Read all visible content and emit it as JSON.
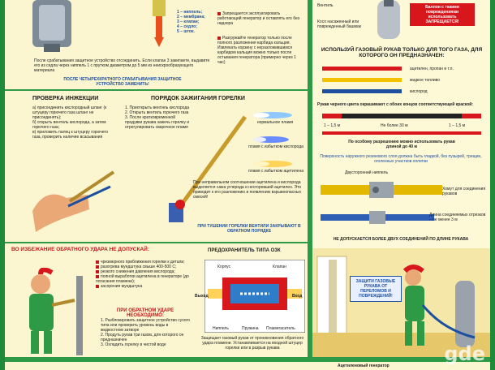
{
  "top_left": {
    "numbered_parts": [
      "1 – ниппель;",
      "2 – мембрана;",
      "3 – клапан;",
      "4 – седло;",
      "5 – шток."
    ],
    "warn_1": "Запрещается эксплуатировать работающий генератор и оставлять его без надзора",
    "warn_2": "Разгружайте генератор только после полного разложения карбида кальция. Извлекать корзину с неразложившимся карбидом кальция можно только после остывания генератора (примерно через 1 час)",
    "after_note": "После срабатывания защитное устройство отсоединить. Если клапан 3 закипаете, выдавите его из седла через ниппель 1 с прутком диаметром до 5 мм из неискрообразующего материала",
    "after_note_2": "ПОСЛЕ ЧЕТЫРЕХКРАТНОГО СРАБАТЫВАНИЯ ЗАЩИТНОЕ УСТРОЙСТВО ЗАМЕНИТЬ!"
  },
  "injection": {
    "title": "ПРОВЕРКА ИНЖЕКЦИИ",
    "steps": [
      "а) присоединить кислородный шланг (к штуцеру горючего газа шланг не присоединять);",
      "б) открыть вентиль кислорода, а затем горючего газа;",
      "в) приложить палец к штуцеру горючего газа, проверить наличие всасывания"
    ]
  },
  "ignition": {
    "title": "ПОРЯДОК ЗАЖИГАНИЯ ГОРЕЛКИ",
    "steps": [
      "1. Приоткрыть вентиль кислорода",
      "2. Открыть вентиль горючего газа",
      "3. После кратковременной продувки рукава зажечь горелку и отрегулировать сварочное пламя"
    ],
    "flames": [
      "нормальное пламя",
      "пламя с избытком кислорода",
      "пламя с избытком ацетилена"
    ],
    "note": "При неправильном соотношении ацетилена и кислорода выделяется сажа углерода и несгоревший ацетилен. Это приводит к его разложению и появлению взрывоопасных смесей!",
    "extinguish": "ПРИ ТУШЕНИИ ГОРЕЛКИ ВЕНТИЛИ ЗАКРЫВАЮТ В ОБРАТНОМ ПОРЯДКЕ"
  },
  "backfire": {
    "title": "ВО ИЗБЕЖАНИЕ ОБРАТНОГО УДАРА НЕ ДОПУСКАЙ:",
    "items": [
      "чрезмерного приближения горелки к детали;",
      "разогрева мундштука свыше 400-500 С;",
      "резкого снижения давления кислорода;",
      "полной выработки ацетилена в генераторе (до погасания пламени);",
      "засорения мундштука"
    ],
    "need_title": "ПРИ ОБРАТНОМ УДАРЕ НЕОБХОДИМО:",
    "need": [
      "1. Разблокировать защитное устройство сухого типа или проверить уровень воды в жидкостном затворе",
      "2. Продуть рукав три газом, для которого он предназначен",
      "3. Охладить горелку в чистой воде"
    ]
  },
  "fuse": {
    "title": "ПРЕДОХРАНИТЕЛЬ ТИПА ОЗК",
    "labels": [
      "Корпус",
      "Клапан",
      "Выход",
      "Вход",
      "Ниппель",
      "Пружина",
      "Пламегаситель"
    ],
    "caption": "Защищает газовый рукав от проникновения обратного удара пламени. Устанавливается на входной штуцер горелки или в разрыв рукава"
  },
  "right": {
    "top_labels": [
      "Вентиль",
      "Баллон с такими повреждениями использовать ЗАПРЕЩАЕТСЯ!",
      "Косо насаженный или поврежденный башмак"
    ],
    "hose_title": "ИСПОЛЬЗУЙ ГАЗОВЫЙ РУКАВ ТОЛЬКО ДЛЯ ТОГО ГАЗА, ДЛЯ КОТОРОГО ОН ПРЕДНАЗНАЧЕН:",
    "hose_legend": [
      "ацетилен, пропан и т.п.",
      "жидкое топливо",
      "кислород"
    ],
    "hose_black": "Рукав черного цвета окрашивают с обоих концов соответствующей краской:",
    "dims": [
      "1 – 1,5 м",
      "Не более 30 м",
      "1 – 1,5 м"
    ],
    "special": "По особому разрешению можно использовать рукав длиной до 40 м",
    "surface": "Поверхность наружного резинового слоя должна быть гладкой, без пузырей, трещин, оголенных участков оплетки",
    "nipple": "Двусторонний ниппель",
    "clamp": "Хомут для соединения рукавов",
    "wire_note": "Длина соединяемых отрезков – не менее 3 м",
    "limit": "НЕ ДОПУСКАЕТСЯ БОЛЕЕ ДВУХ СОЕДИНЕНИЙ ПО ДЛИНЕ РУКАВА",
    "protect": "ЗАЩИТИ ГАЗОВЫЕ РУКАВА ОТ ПЕРЕЛОМОВ И ПОВРЕЖДЕНИЙ!"
  },
  "footer": {
    "label": "Ацетиленовый генератор"
  },
  "watermark": "gde",
  "colors": {
    "frame": "#2f9a46",
    "alert": "#d7171c",
    "title_blue": "#1d4fa0"
  }
}
